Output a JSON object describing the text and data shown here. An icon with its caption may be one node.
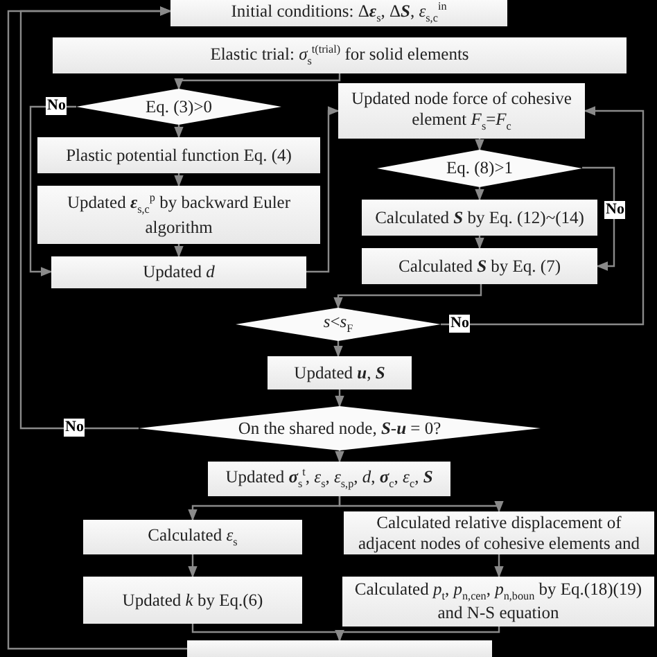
{
  "diagram": {
    "nodes": [
      {
        "text": [
          "Initial conditions:  Δ**ε**$_{s}$, Δ**S**, *ε*$_{s,c}$$^{in}$"
        ]
      },
      {
        "text": [
          "Elastic trial:  *σ*$_{s}$$^{t(trial)}$ for solid elements"
        ]
      },
      {
        "text": [
          "Eq. (3)>0"
        ]
      },
      {
        "text": [
          "Updated node force of cohesive element *F*$_{s}$=*F*$_{c}$"
        ]
      },
      {
        "text": [
          "Plastic potential function Eq. (4)"
        ]
      },
      {
        "text": [
          "Updated **ε**$_{s,c}$$^{p}$ by backward Euler algorithm"
        ]
      },
      {
        "text": [
          "Eq. (8)>1"
        ]
      },
      {
        "text": [
          "Calculated **S** by Eq. (12)~(14)"
        ]
      },
      {
        "text": [
          "Updated *d*"
        ]
      },
      {
        "text": [
          "Calculated **S** by Eq. (7)"
        ]
      },
      {
        "text": [
          "*s*<*s*$_{F}$"
        ]
      },
      {
        "text": [
          "Updated **u**, **S**"
        ]
      },
      {
        "text": [
          "On the shared node, **S**-**u** = 0?"
        ]
      },
      {
        "text": [
          "Updated **σ**$_{s}$$^{t}$, *ε*$_{s}$, *ε*$_{s,p}$, *d*, **σ**$_{c}$, *ε*$_{c}$, **S**"
        ]
      },
      {
        "text": [
          "Calculated *ε*$_{s}$"
        ]
      },
      {
        "text": [
          "Calculated relative displacement of adjacent nodes of cohesive elements and"
        ]
      },
      {
        "text": [
          "Calculated *p*$_{t}$, *p*$_{n,cen}$, *p*$_{n,boun}$ by Eq.(18)(19) and N-S equation"
        ]
      },
      {
        "text": [
          "Updated *k* by Eq.(6)"
        ]
      },
      {
        "text": [],
        "shape": "box"
      }
    ],
    "edges": [
      {
        "from": 1,
        "to": 2,
        "arrow": "to"
      },
      {
        "from": 2,
        "to": 8,
        "arrow": "to",
        "label": "No"
      },
      {
        "from": 2,
        "to": 4,
        "arrow": "to"
      },
      {
        "from": 4,
        "to": 5,
        "arrow": "to"
      },
      {
        "from": 5,
        "to": 8,
        "arrow": "to"
      },
      {
        "from": 8,
        "to": 3,
        "arrow": "to"
      },
      {
        "from": 3,
        "to": 6,
        "arrow": "to"
      },
      {
        "from": 6,
        "to": 7,
        "arrow": "to"
      },
      {
        "from": 6,
        "to": 9,
        "arrow": "to",
        "label": "No"
      },
      {
        "from": 7,
        "to": 9,
        "arrow": "to"
      },
      {
        "from": 9,
        "to": 10,
        "arrow": "to"
      },
      {
        "from": 10,
        "to": 3,
        "arrow": "to",
        "label": "No"
      },
      {
        "from": 10,
        "to": 11,
        "arrow": "to"
      },
      {
        "from": 11,
        "to": 12,
        "arrow": "to"
      },
      {
        "from": 12,
        "to": 0,
        "arrow": "to",
        "label": "No"
      },
      {
        "from": 13,
        "to": 14,
        "arrow": "to"
      },
      {
        "from": 13,
        "to": 15,
        "arrow": "to"
      },
      {
        "from": 14,
        "to": 17,
        "arrow": "to"
      },
      {
        "from": 15,
        "to": 16,
        "arrow": "to"
      },
      {
        "from": 17,
        "to": 18,
        "arrow": "to"
      },
      {
        "from": 16,
        "to": 18,
        "arrow": "to"
      },
      {
        "from": 18,
        "to": 0,
        "arrow": "to"
      },
      {
        "from": 12,
        "to": 13,
        "arrow": "to"
      }
    ]
  }
}
